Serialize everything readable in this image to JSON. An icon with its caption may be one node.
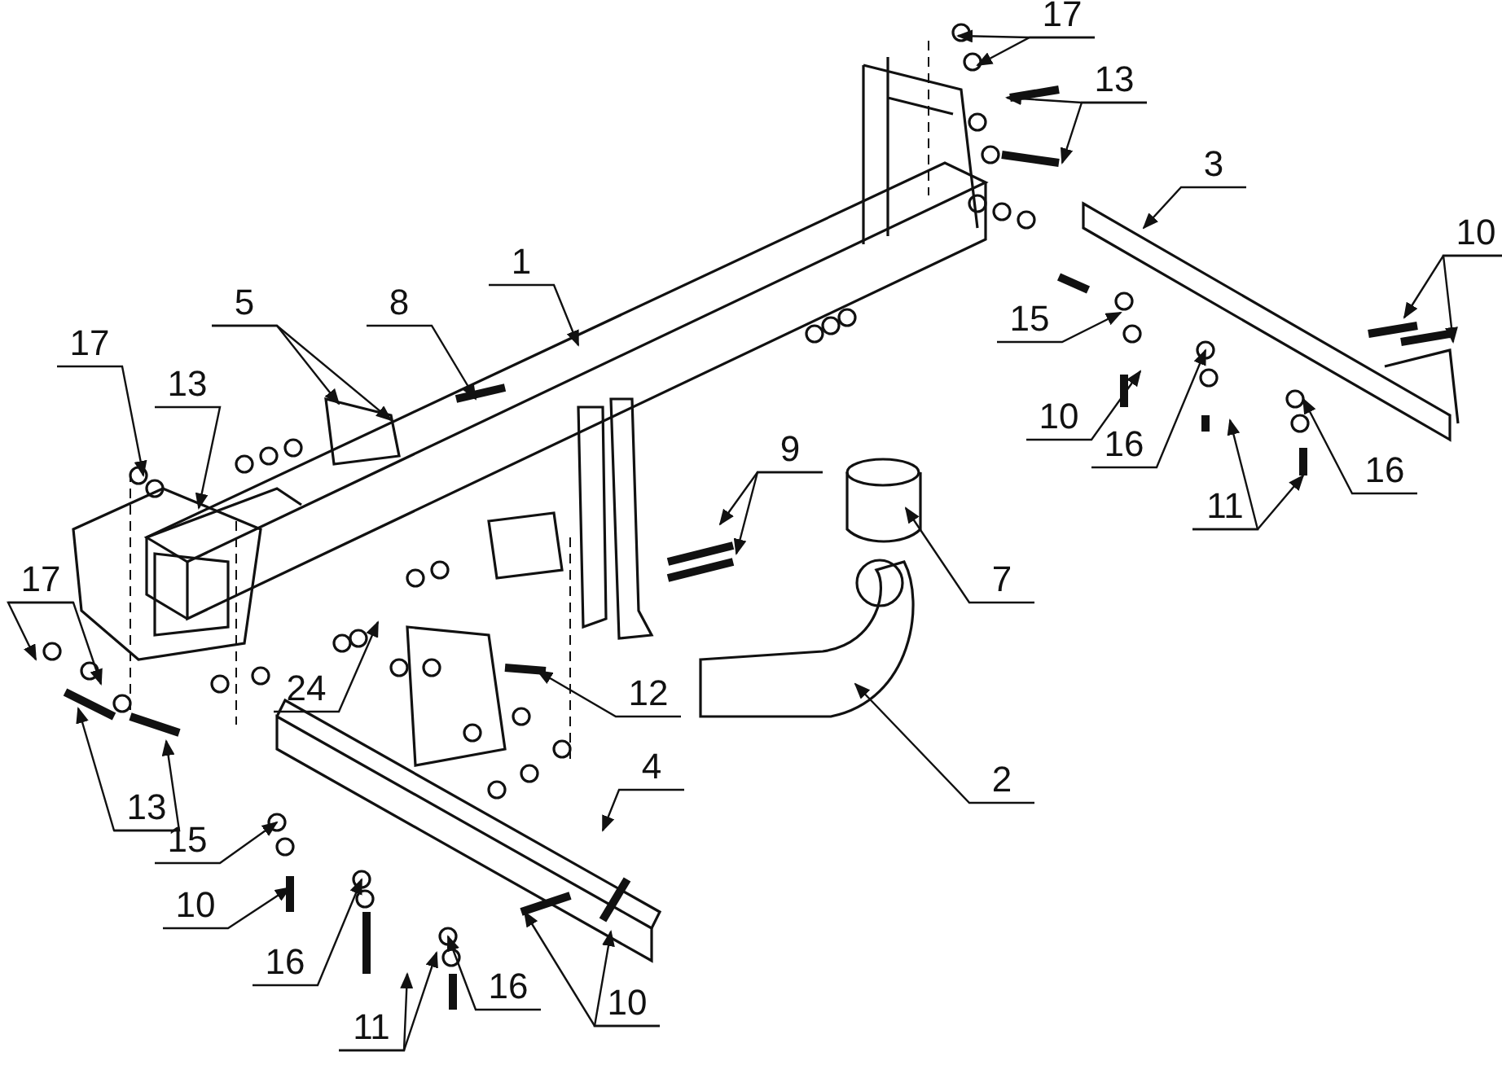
{
  "diagram": {
    "nodes": [
      {
        "text": [
          "1"
        ]
      },
      {
        "text": [
          "17"
        ]
      },
      {
        "text": [
          "13"
        ]
      },
      {
        "text": [
          "3"
        ]
      },
      {
        "text": [
          "10"
        ]
      },
      {
        "text": [
          "5"
        ]
      },
      {
        "text": [
          "8"
        ]
      },
      {
        "text": [
          "17"
        ]
      },
      {
        "text": [
          "13"
        ]
      },
      {
        "text": [
          "15"
        ]
      },
      {
        "text": [
          "10"
        ]
      },
      {
        "text": [
          "16"
        ]
      },
      {
        "text": [
          "9"
        ]
      },
      {
        "text": [
          "16"
        ]
      },
      {
        "text": [
          "11"
        ]
      },
      {
        "text": [
          "7"
        ]
      },
      {
        "text": [
          "17"
        ]
      },
      {
        "text": [
          "24"
        ]
      },
      {
        "text": [
          "12"
        ]
      },
      {
        "text": [
          "2"
        ]
      },
      {
        "text": [
          "13"
        ]
      },
      {
        "text": [
          "4"
        ]
      },
      {
        "text": [
          "15"
        ]
      },
      {
        "text": [
          "10"
        ]
      },
      {
        "text": [
          "16"
        ]
      },
      {
        "text": [
          "16"
        ]
      },
      {
        "text": [
          "10"
        ]
      },
      {
        "text": [
          "11"
        ]
      }
    ],
    "edges": [
      {
        "from": 0,
        "to": null,
        "arrow": "to"
      },
      {
        "from": 1,
        "to": null,
        "arrow": "to"
      },
      {
        "from": 1,
        "to": null,
        "arrow": "to"
      },
      {
        "from": 2,
        "to": null,
        "arrow": "to"
      },
      {
        "from": 2,
        "to": null,
        "arrow": "to"
      },
      {
        "from": 3,
        "to": null,
        "arrow": "to"
      },
      {
        "from": 4,
        "to": null,
        "arrow": "to"
      },
      {
        "from": 4,
        "to": null,
        "arrow": "to"
      },
      {
        "from": 5,
        "to": null,
        "arrow": "to"
      },
      {
        "from": 5,
        "to": null,
        "arrow": "to"
      },
      {
        "from": 6,
        "to": null,
        "arrow": "to"
      },
      {
        "from": 7,
        "to": null,
        "arrow": "to"
      },
      {
        "from": 8,
        "to": null,
        "arrow": "to"
      },
      {
        "from": 9,
        "to": null,
        "arrow": "to"
      },
      {
        "from": 10,
        "to": null,
        "arrow": "to"
      },
      {
        "from": 11,
        "to": null,
        "arrow": "to"
      },
      {
        "from": 12,
        "to": null,
        "arrow": "to"
      },
      {
        "from": 12,
        "to": null,
        "arrow": "to"
      },
      {
        "from": 13,
        "to": null,
        "arrow": "to"
      },
      {
        "from": 14,
        "to": null,
        "arrow": "to"
      },
      {
        "from": 14,
        "to": null,
        "arrow": "to"
      },
      {
        "from": 15,
        "to": null,
        "arrow": "to"
      },
      {
        "from": 16,
        "to": null,
        "arrow": "to"
      },
      {
        "from": 16,
        "to": null,
        "arrow": "to"
      },
      {
        "from": 17,
        "to": null,
        "arrow": "to"
      },
      {
        "from": 18,
        "to": null,
        "arrow": "to"
      },
      {
        "from": 19,
        "to": null,
        "arrow": "to"
      },
      {
        "from": 20,
        "to": null,
        "arrow": "to"
      },
      {
        "from": 20,
        "to": null,
        "arrow": "to"
      },
      {
        "from": 21,
        "to": null,
        "arrow": "to"
      },
      {
        "from": 22,
        "to": null,
        "arrow": "to"
      },
      {
        "from": 23,
        "to": null,
        "arrow": "to"
      },
      {
        "from": 24,
        "to": null,
        "arrow": "to"
      },
      {
        "from": 25,
        "to": null,
        "arrow": "to"
      },
      {
        "from": 26,
        "to": null,
        "arrow": "to"
      },
      {
        "from": 26,
        "to": null,
        "arrow": "to"
      },
      {
        "from": 27,
        "to": null,
        "arrow": "to"
      },
      {
        "from": 27,
        "to": null,
        "arrow": "to"
      }
    ]
  }
}
